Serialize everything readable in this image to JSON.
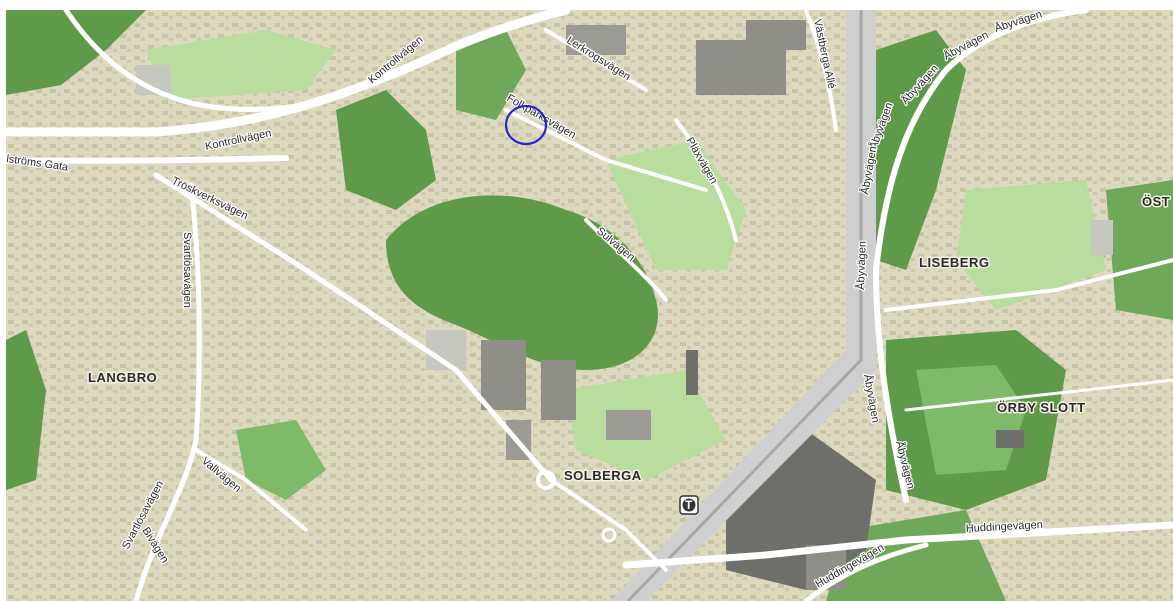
{
  "map": {
    "colors": {
      "background": "#e9e5d0",
      "residential": "#dedac0",
      "forest": "#5f9a4a",
      "park": "#8fc57a",
      "grass": "#b9dc9f",
      "building": "#9b9b94",
      "large_building": "#6e6e6b",
      "road": "#ffffff",
      "railway": "#c8c8c8",
      "marker": "#2828c8"
    },
    "areas": {
      "langbro": "LANGBRO",
      "liseberg": "LISEBERG",
      "orby_slott": "ÖRBY SLOTT",
      "solberga": "SOLBERGA",
      "ost": "ÖST"
    },
    "roads": {
      "kontrollvagen_north": "Kontrollvägen",
      "kontrollvagen_west": "Kontrollvägen",
      "stroms_gata": "lströms Gata",
      "troskverksvagen": "Tröskverksvägen",
      "svartlosavagen_north": "Svartlösavägen",
      "svartlosavagen_south": "Svartlösavägen",
      "vallvagen": "Vallvägen",
      "bivagen": "Bivägen",
      "folkparksvagen": "Folkparksvägen",
      "lerkrogsvagen": "Lerkrogsvägen",
      "plaxvagen": "Pläxvägen",
      "sulvagen": "Sulvägen",
      "vastberga_alle": "Västberga Allé",
      "abyvagen_n1": "Åbyvägen",
      "abyvagen_n2": "Åbyvägen",
      "abyvagen_n3": "Åbyvägen",
      "abyvagen_n4": "Åbyvägen",
      "abyvagen_w1": "Åbyvägen",
      "abyvagen_w2": "Åbyvägen",
      "abyvagen_s1": "Åbyvägen",
      "abyvagen_s2": "Åbyvägen",
      "huddingevagen_east": "Huddingevägen",
      "huddingevagen_south": "Huddingevägen"
    },
    "metro_symbol": "T",
    "marker": {
      "shape": "circle"
    }
  }
}
